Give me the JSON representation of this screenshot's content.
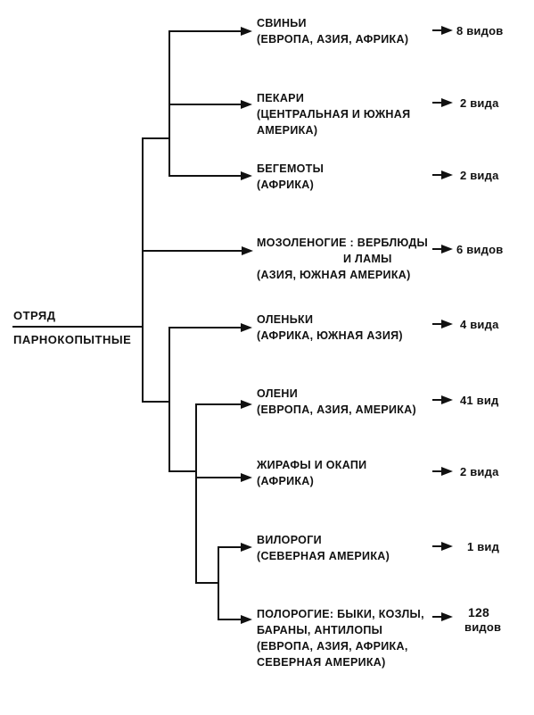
{
  "root": {
    "line1": "ОТРЯД",
    "line2": "ПАРНОКОПЫТНЫЕ"
  },
  "groups": [
    {
      "lines": [
        "СВИНЬИ",
        "(ЕВРОПА, АЗИЯ, АФРИКА)"
      ],
      "count": "8 видов"
    },
    {
      "lines": [
        "ПЕКАРИ",
        "(ЦЕНТРАЛЬНАЯ И ЮЖНАЯ",
        "АМЕРИКА)"
      ],
      "count": "2 вида"
    },
    {
      "lines": [
        "БЕГЕМОТЫ",
        "(АФРИКА)"
      ],
      "count": "2 вида"
    },
    {
      "lines": [
        "МОЗОЛЕНОГИЕ : ВЕРБЛЮДЫ",
        "И ЛАМЫ",
        "(АЗИЯ, ЮЖНАЯ АМЕРИКА)"
      ],
      "count": "6 видов"
    },
    {
      "lines": [
        "ОЛЕНЬКИ",
        "(АФРИКА, ЮЖНАЯ АЗИЯ)"
      ],
      "count": "4 вида"
    },
    {
      "lines": [
        "ОЛЕНИ",
        "(ЕВРОПА, АЗИЯ, АМЕРИКА)"
      ],
      "count": "41 вид"
    },
    {
      "lines": [
        "ЖИРАФЫ И ОКАПИ",
        "(АФРИКА)"
      ],
      "count": "2 вида"
    },
    {
      "lines": [
        "ВИЛОРОГИ",
        "(СЕВЕРНАЯ АМЕРИКА)"
      ],
      "count": "1 вид"
    },
    {
      "lines": [
        "ПОЛОРОГИЕ: БЫКИ, КОЗЛЫ,",
        "БАРАНЫ, АНТИЛОПЫ",
        "(ЕВРОПА, АЗИЯ, АФРИКА,",
        "СЕВЕРНАЯ АМЕРИКА)"
      ],
      "count_lines": [
        "128",
        "видов"
      ]
    }
  ],
  "colors": {
    "ink": "#111111",
    "background": "#ffffff"
  }
}
